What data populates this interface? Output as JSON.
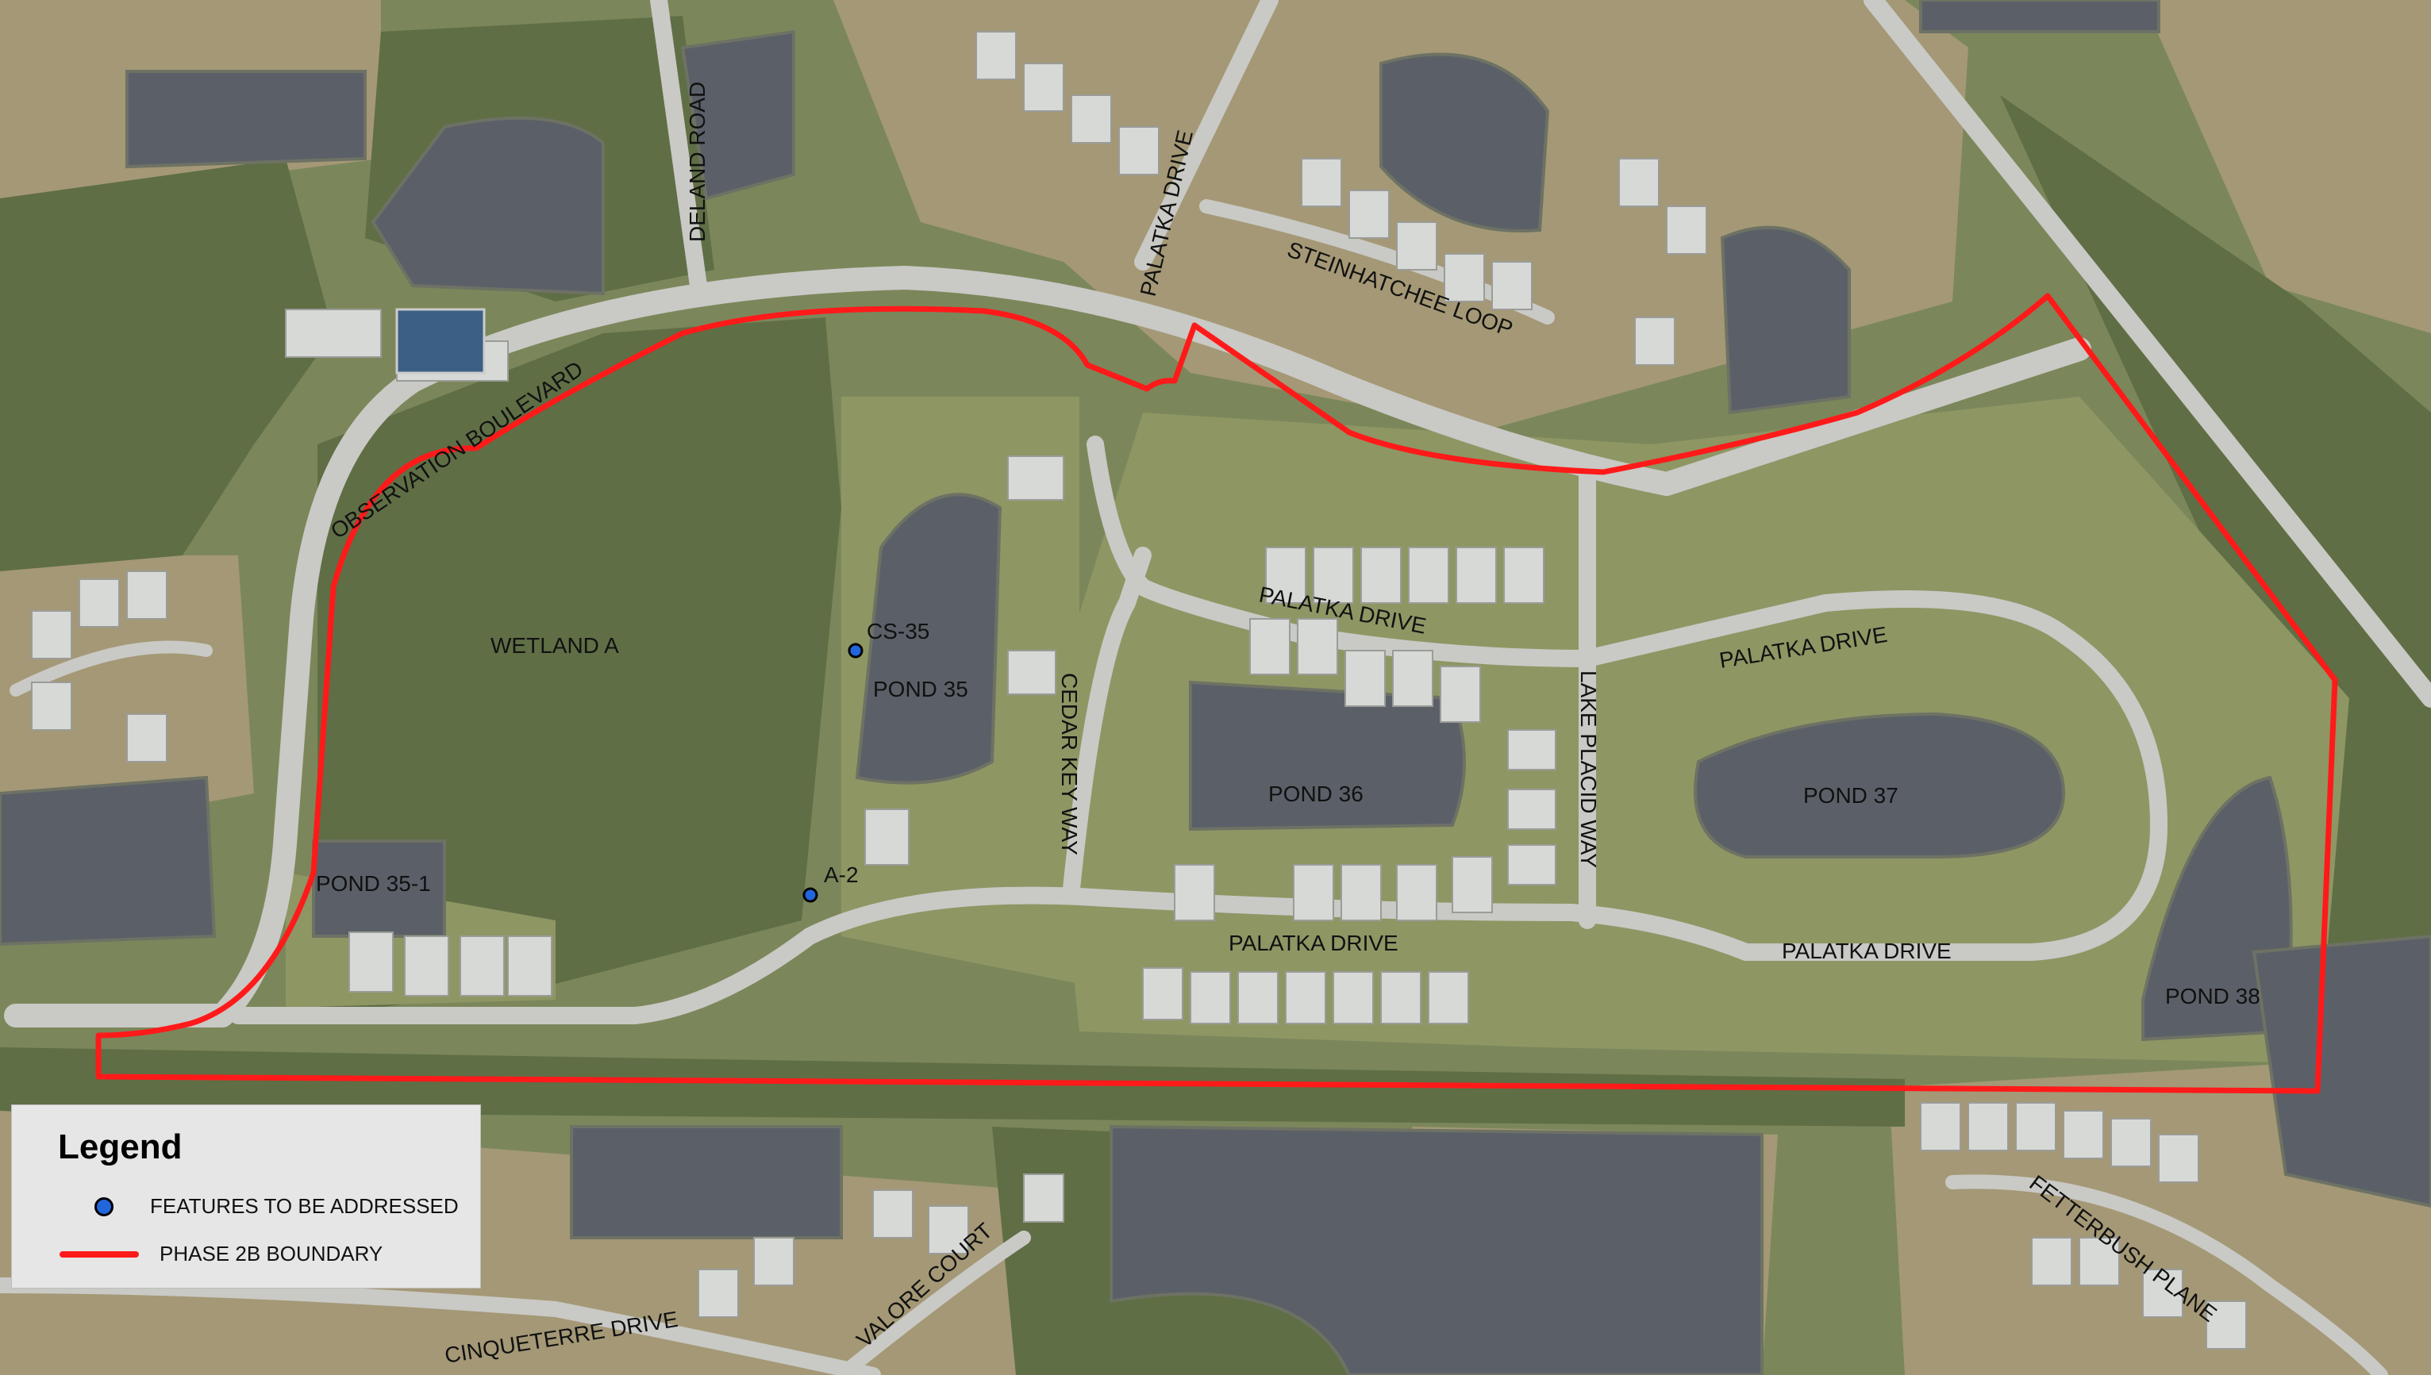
{
  "colors": {
    "boundary": "#ff1a1a",
    "feature_point": "#2266dd",
    "water": "#5b6068",
    "road": "#c9c9c5",
    "forest": "#5f6e45",
    "grass": "#8e9664",
    "lot": "#a99a79",
    "roof": "#d7d9d6",
    "legend_bg": "#e6e6e6"
  },
  "street_labels": {
    "deland_road": "DELAND ROAD",
    "palatka_drive_north": "PALATKA DRIVE",
    "steinhatchee_loop": "STEINHATCHEE LOOP",
    "observation_boulevard": "OBSERVATION BOULEVARD",
    "palatka_drive_mid_west": "PALATKA DRIVE",
    "palatka_drive_mid_east": "PALATKA DRIVE",
    "cedar_key_way": "CEDAR KEY WAY",
    "lake_placid_way": "LAKE PLACID WAY",
    "palatka_drive_south_west": "PALATKA DRIVE",
    "palatka_drive_south_east": "PALATKA DRIVE",
    "fetterbush_plane": "FETTERBUSH PLANE",
    "valore_court": "VALORE COURT",
    "cinqueterre_drive": "CINQUETERRE DRIVE"
  },
  "area_labels": {
    "wetland_a": "WETLAND A",
    "pond_35": "POND 35",
    "pond_35_1": "POND 35-1",
    "pond_36": "POND 36",
    "pond_37": "POND 37",
    "pond_38": "POND 38"
  },
  "feature_points": [
    {
      "id": "cs35",
      "label": "CS-35"
    },
    {
      "id": "a2",
      "label": "A-2"
    }
  ],
  "legend": {
    "title": "Legend",
    "items": [
      {
        "symbol": "feature-point",
        "label": "FEATURES TO BE ADDRESSED"
      },
      {
        "symbol": "boundary-line",
        "label": "PHASE 2B BOUNDARY"
      }
    ]
  }
}
